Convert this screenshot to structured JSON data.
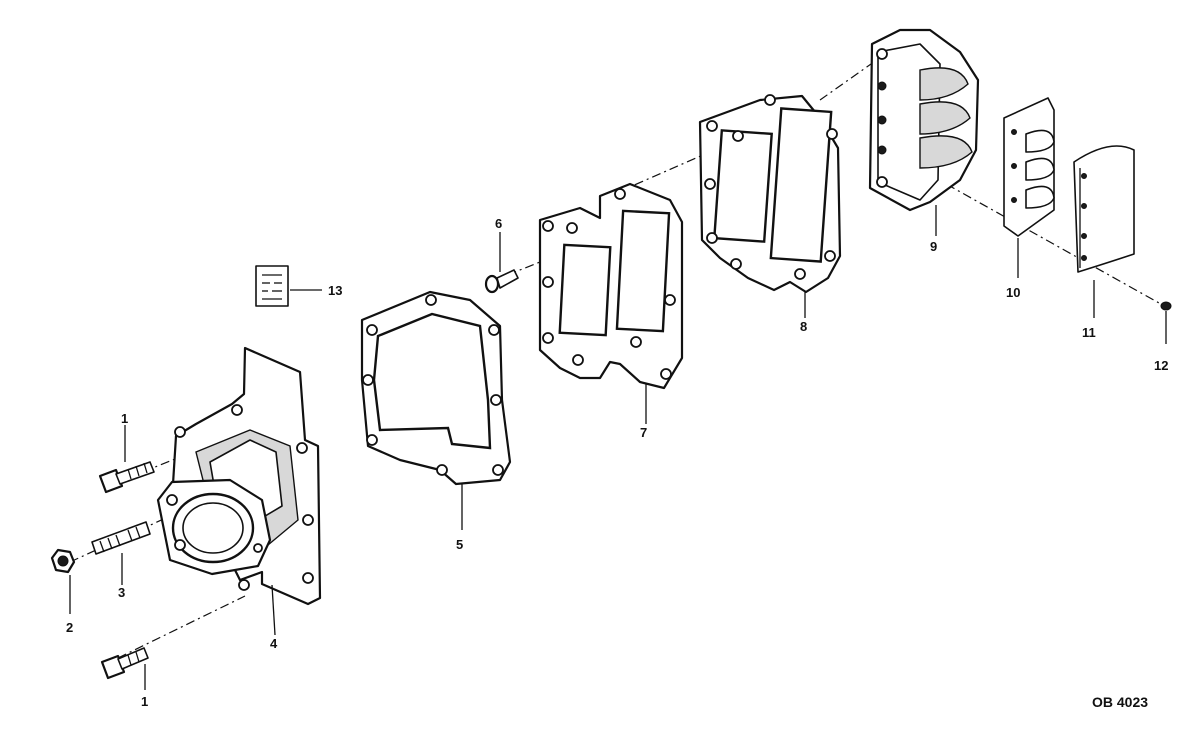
{
  "diagram": {
    "figure_code": "OB 4023",
    "callouts": {
      "bolt_upper": "1",
      "bolt_lower": "1",
      "nut": "2",
      "stud": "3",
      "adaptor": "4",
      "gasket_5": "5",
      "screw_6": "6",
      "plate_7": "7",
      "gasket_8": "8",
      "reed_block": "9",
      "reed_petal": "10",
      "reed_stop": "11",
      "screw_12": "12",
      "decal": "13"
    }
  }
}
